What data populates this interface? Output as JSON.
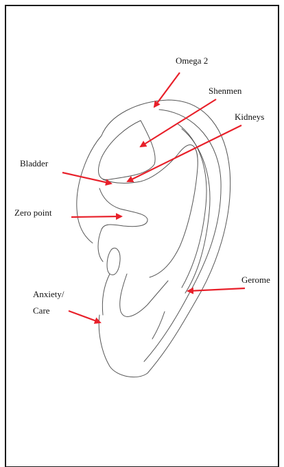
{
  "diagram": {
    "labels": {
      "omega2": "Omega 2",
      "shenmen": "Shenmen",
      "kidneys": "Kidneys",
      "bladder": "Bladder",
      "zero_point": "Zero point",
      "gerome": "Gerome",
      "anxiety_line1": "Anxiety/",
      "anxiety_line2": "Care"
    },
    "colors": {
      "arrow": "#e8202a",
      "outline": "#555555",
      "border": "#1a1a1a",
      "text": "#111111"
    }
  }
}
